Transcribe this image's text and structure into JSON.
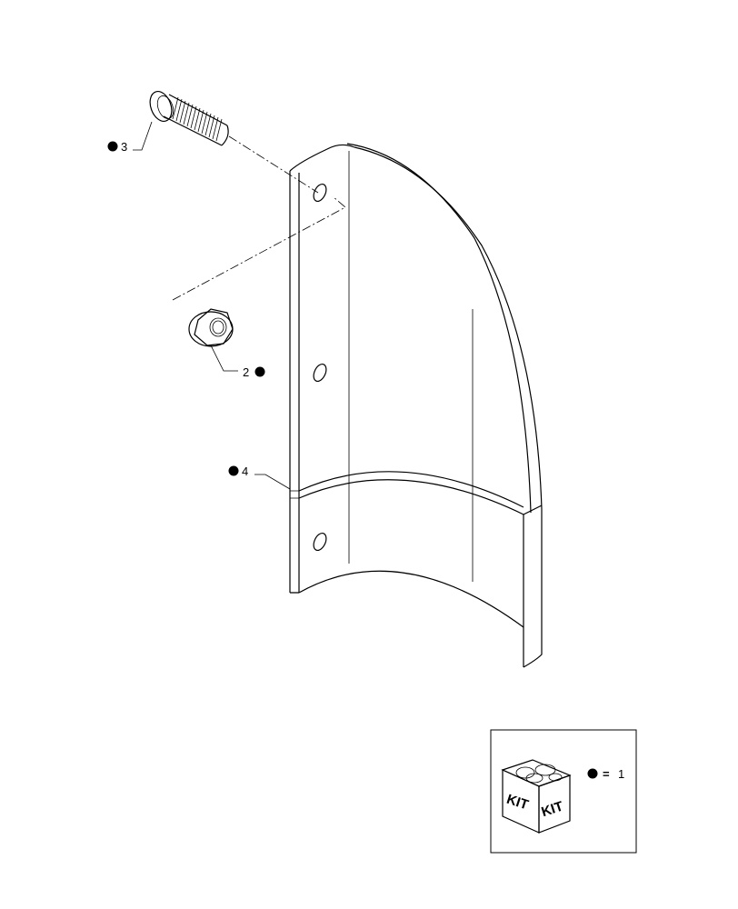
{
  "callouts": [
    {
      "id": "bolt",
      "number": "3"
    },
    {
      "id": "nut",
      "number": "2"
    },
    {
      "id": "plate",
      "number": "4"
    }
  ],
  "legend": {
    "kit_label_left": "KIT",
    "kit_label_right": "KIT",
    "equals": "=",
    "kit_number": "1"
  }
}
